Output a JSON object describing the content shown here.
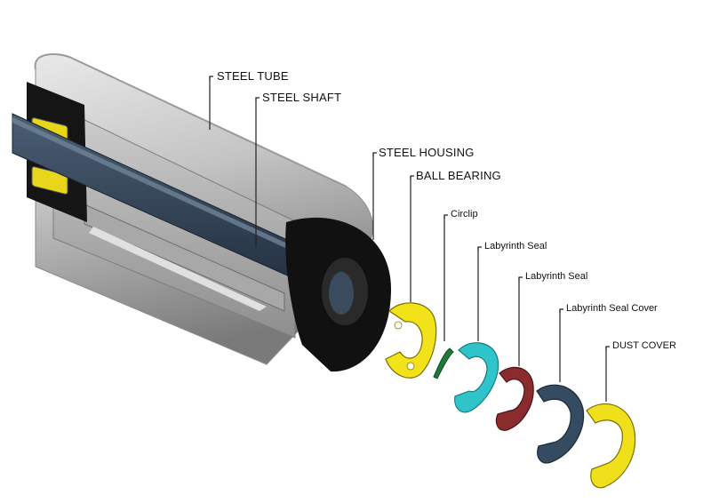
{
  "labels": {
    "steel_tube": "STEEL TUBE",
    "steel_shaft": "STEEL SHAFT",
    "steel_housing": "STEEL HOUSING",
    "ball_bearing": "BALL BEARING",
    "circlip": "Circlip",
    "labyrinth_seal_1": "Labyrinth Seal",
    "labyrinth_seal_2": "Labyrinth Seal",
    "labyrinth_seal_cover": "Labyrinth Seal Cover",
    "dust_cover": "DUST COVER"
  },
  "colors": {
    "tube_light": "#d4d4d4",
    "tube_mid": "#b0b0b0",
    "tube_dark": "#6f6f6f",
    "shaft": "#2f3f52",
    "housing": "#111111",
    "bearing": "#f2e21a",
    "circlip": "#1f7a3a",
    "labyrinth_seal_1": "#2ec4c9",
    "labyrinth_seal_2": "#8a2b2e",
    "labyrinth_seal_cover": "#344b61",
    "dust_cover": "#f0e01c"
  }
}
